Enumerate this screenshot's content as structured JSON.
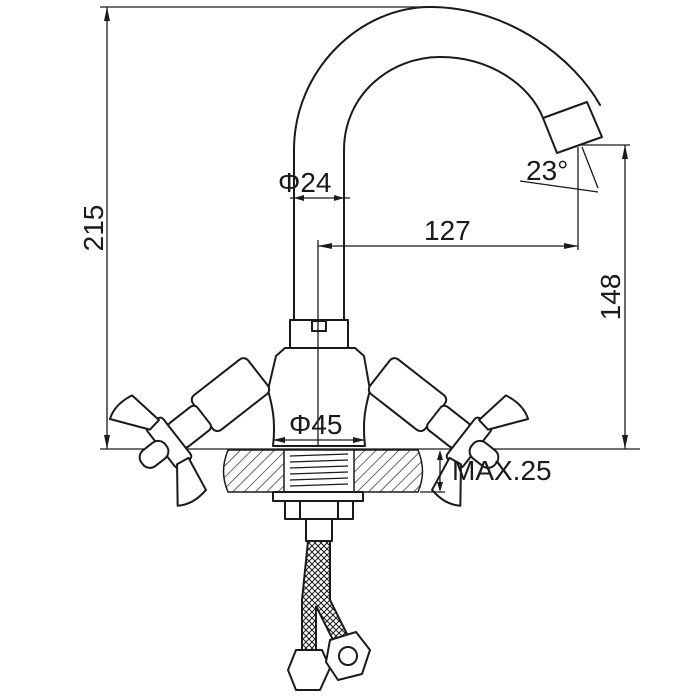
{
  "drawing": {
    "title": "Faucet dimension drawing",
    "dimensions": {
      "height_total": "215",
      "spout_height": "148",
      "spout_reach": "127",
      "spout_diameter": "Φ24",
      "base_diameter": "Φ45",
      "spout_angle": "23°",
      "max_counter_thickness": "MAX.25"
    }
  }
}
